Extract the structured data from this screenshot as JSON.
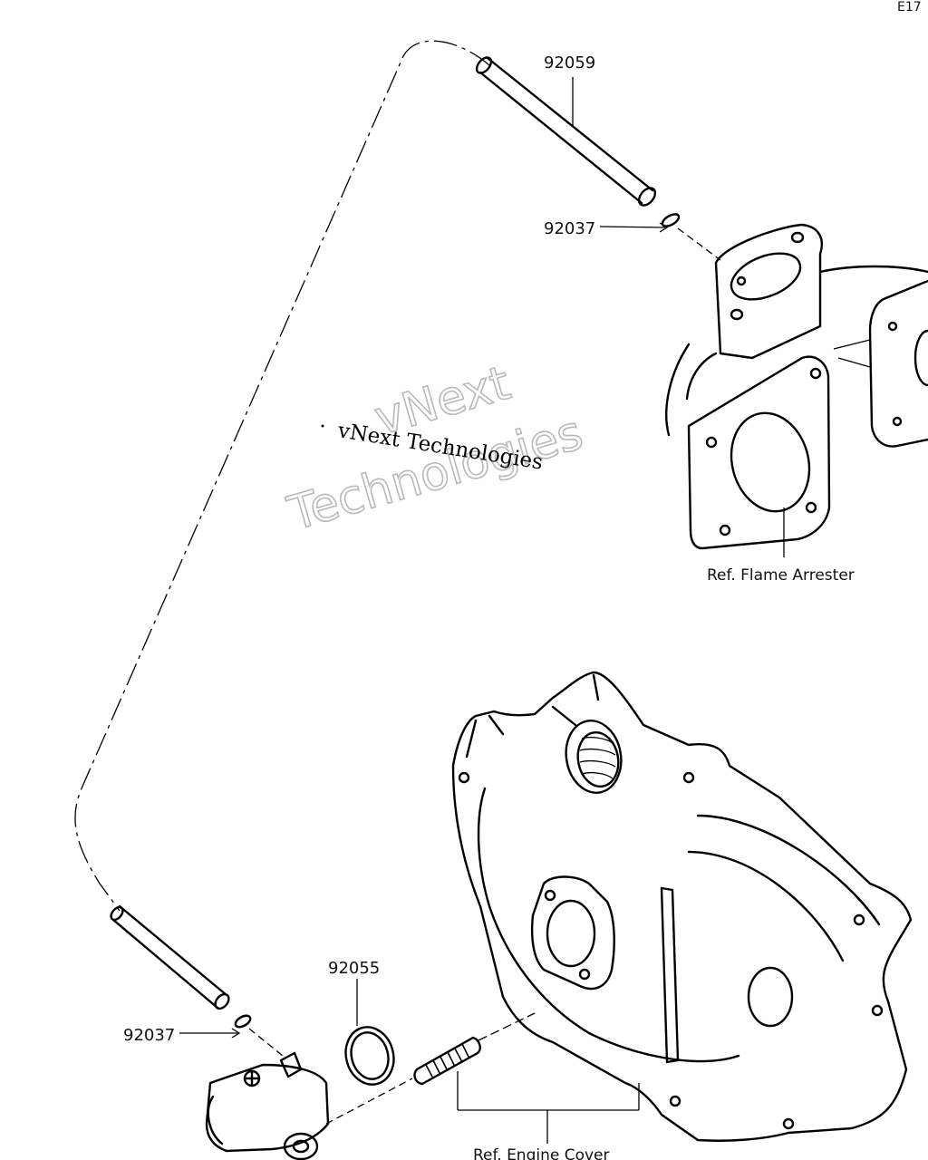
{
  "corner_code": "E17",
  "parts": {
    "hose_upper": "92059",
    "clamp_upper": "92037",
    "clamp_lower": "92037",
    "oring": "92055"
  },
  "refs": {
    "flame_arrester": "Ref. Flame Arrester",
    "engine_cover": "Ref. Engine Cover"
  },
  "watermark": {
    "line1": "vNext Technologies",
    "outline_line1": "vNext",
    "outline_line2": "Technologies"
  }
}
